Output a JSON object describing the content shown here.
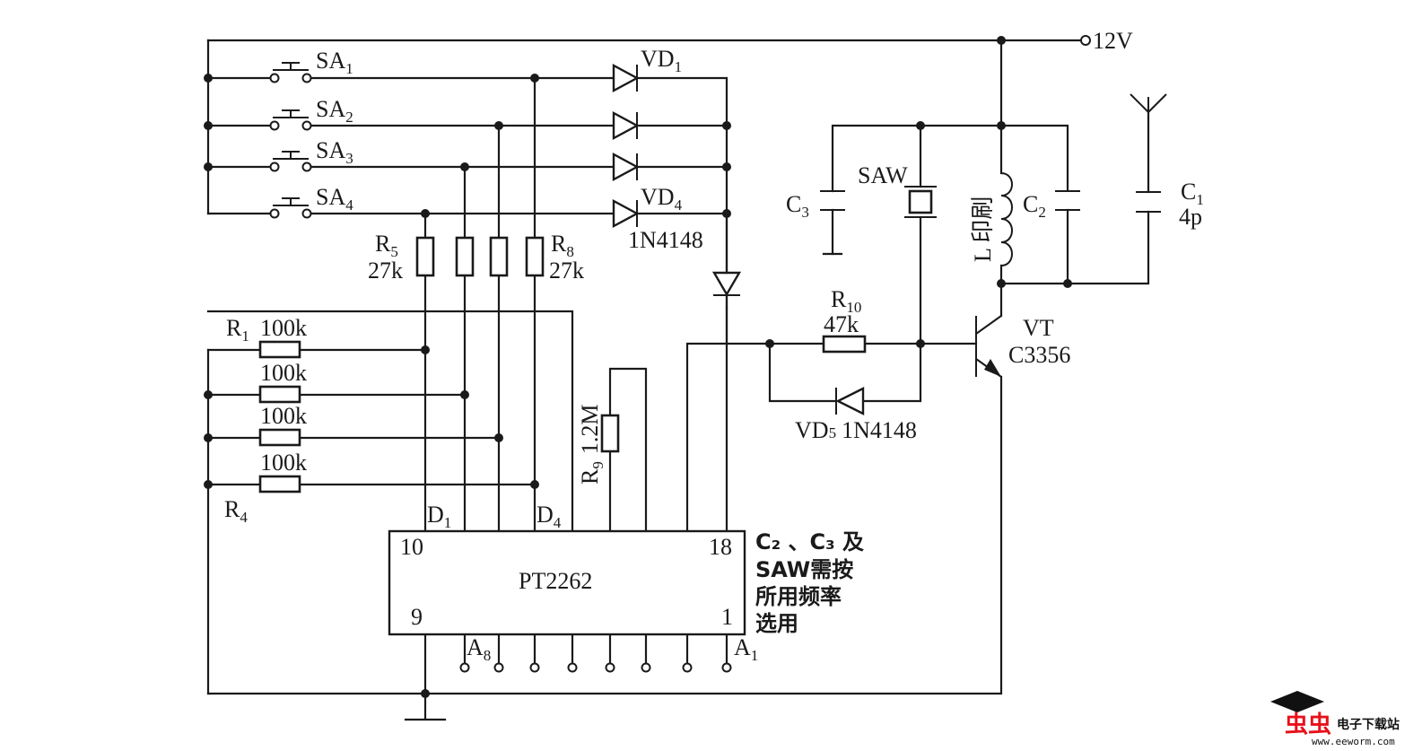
{
  "supply_label": "12V",
  "switches": [
    "SA",
    "SA",
    "SA",
    "SA"
  ],
  "switch_subs": [
    "1",
    "2",
    "3",
    "4"
  ],
  "diodes": {
    "vd1": "VD",
    "vd1_sub": "1",
    "vd4": "VD",
    "vd4_sub": "4",
    "part": "1N4148",
    "vd5": "VD",
    "vd5_sub": "5",
    "vd5_part": "1N4148"
  },
  "resistors": {
    "r5": "R",
    "r5_sub": "5",
    "r5_val": "27k",
    "r8": "R",
    "r8_sub": "8",
    "r8_val": "27k",
    "r1": "R",
    "r1_sub": "1",
    "r4": "R",
    "r4_sub": "4",
    "pull_vals": [
      "100k",
      "100k",
      "100k",
      "100k"
    ],
    "r9": "R",
    "r9_sub": "9",
    "r9_val": "1.2M",
    "r10": "R",
    "r10_sub": "10",
    "r10_val": "47k"
  },
  "rf": {
    "saw": "SAW",
    "c3": "C",
    "c3_sub": "3",
    "c2": "C",
    "c2_sub": "2",
    "c1": "C",
    "c1_sub": "1",
    "c1_val": "4p",
    "l_label": "L 印刷"
  },
  "transistor": {
    "name": "VT",
    "part": "C3356"
  },
  "ic": {
    "name": "PT2262",
    "pin10": "10",
    "pin18": "18",
    "pin9": "9",
    "pin1": "1",
    "d1": "D",
    "d1_sub": "1",
    "d4": "D",
    "d4_sub": "4",
    "a8": "A",
    "a8_sub": "8",
    "a1": "A",
    "a1_sub": "1"
  },
  "note_lines": [
    "C₂ 、C₃ 及",
    "SAW需按",
    "所用频率",
    "选用"
  ],
  "watermark": {
    "logo": "虫虫",
    "text": "电子下载站",
    "url": "www.eeworm.com"
  }
}
